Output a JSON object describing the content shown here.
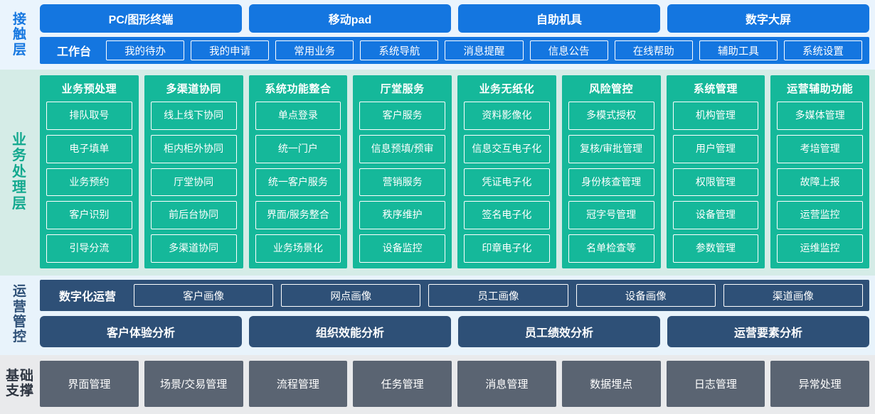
{
  "layers": {
    "contact": {
      "label_lines": [
        "接",
        "触",
        "层"
      ],
      "channels": [
        "PC/图形终端",
        "移动pad",
        "自助机具",
        "数字大屏"
      ],
      "workbench_label": "工作台",
      "items": [
        "我的待办",
        "我的申请",
        "常用业务",
        "系统导航",
        "消息提醒",
        "信息公告",
        "在线帮助",
        "辅助工具",
        "系统设置"
      ],
      "color": "#1476e0",
      "bg": "#eaf4fd"
    },
    "business": {
      "label_lines": [
        "业",
        "务",
        "处",
        "理",
        "层"
      ],
      "color": "#15b89a",
      "bg": "#d5ece7",
      "columns": [
        {
          "title": "业务预处理",
          "items": [
            "排队取号",
            "电子填单",
            "业务预约",
            "客户识别",
            "引导分流"
          ]
        },
        {
          "title": "多渠道协同",
          "items": [
            "线上线下协同",
            "柜内柜外协同",
            "厅堂协同",
            "前后台协同",
            "多渠道协同"
          ]
        },
        {
          "title": "系统功能整合",
          "items": [
            "单点登录",
            "统一门户",
            "统一客户服务",
            "界面/服务整合",
            "业务场景化"
          ]
        },
        {
          "title": "厅堂服务",
          "items": [
            "客户服务",
            "信息预填/预审",
            "营销服务",
            "秩序维护",
            "设备监控"
          ]
        },
        {
          "title": "业务无纸化",
          "items": [
            "资料影像化",
            "信息交互电子化",
            "凭证电子化",
            "签名电子化",
            "印章电子化"
          ]
        },
        {
          "title": "风险管控",
          "items": [
            "多模式授权",
            "复核/审批管理",
            "身份核查管理",
            "冠字号管理",
            "名单检查等"
          ]
        },
        {
          "title": "系统管理",
          "items": [
            "机构管理",
            "用户管理",
            "权限管理",
            "设备管理",
            "参数管理"
          ]
        },
        {
          "title": "运营辅助功能",
          "items": [
            "多媒体管理",
            "考培管理",
            "故障上报",
            "运营监控",
            "运维监控"
          ]
        }
      ]
    },
    "operations": {
      "label_lines": [
        "运",
        "营",
        "管",
        "控"
      ],
      "color": "#2e5077",
      "bg": "#e8f3fb",
      "digital_label": "数字化运营",
      "portraits": [
        "客户画像",
        "网点画像",
        "员工画像",
        "设备画像",
        "渠道画像"
      ],
      "analyses": [
        "客户体验分析",
        "组织效能分析",
        "员工绩效分析",
        "运营要素分析"
      ]
    },
    "foundation": {
      "label_lines": [
        "基础",
        "支撑"
      ],
      "color": "#5a6472",
      "bg": "#e9eaec",
      "items": [
        "界面管理",
        "场景/交易管理",
        "流程管理",
        "任务管理",
        "消息管理",
        "数据埋点",
        "日志管理",
        "异常处理"
      ]
    }
  }
}
